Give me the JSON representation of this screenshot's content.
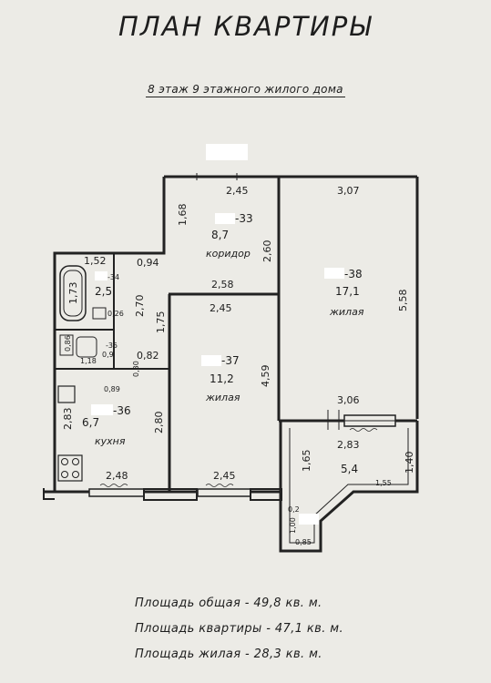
{
  "header": {
    "title": "ПЛАН КВАРТИРЫ",
    "subtitle": "8 этаж 9 этажного жилого дома"
  },
  "rooms": {
    "corridor": {
      "code": "-33",
      "area": "8,7",
      "label": "коридор"
    },
    "living_large": {
      "code": "-38",
      "area": "17,1",
      "label": "жилая"
    },
    "living_small": {
      "code": "-37",
      "area": "11,2",
      "label": "жилая"
    },
    "kitchen": {
      "code": "-36",
      "area": "6,7",
      "label": "кухня"
    },
    "bathroom": {
      "code": "-34",
      "area": "2,5"
    },
    "toilet": {
      "code": "-35",
      "area": "0,9"
    },
    "loggia": {
      "area": "5,4"
    }
  },
  "dimensions": {
    "corridor_top": "2,45",
    "corridor_left": "1,68",
    "corridor_right": "2,60",
    "corridor_bottom": "2,58",
    "corridor_passage": "0,94",
    "large_top": "3,07",
    "large_right": "5,58",
    "large_bottom": "3,06",
    "small_top": "2,45",
    "small_right": "4,59",
    "small_left": "1,75",
    "small_window": "2,45",
    "bath_top": "1,52",
    "bath_left": "1,73",
    "bath_right": "2,70",
    "bath_small": "0,26",
    "toilet_left": "0,86",
    "toilet_bottom": "1,18",
    "toilet_right": "0,82",
    "kitchen_top": "0,89",
    "kitchen_left": "2,83",
    "kitchen_right": "2,80",
    "kitchen_window": "2,48",
    "wall_thin": "0,30",
    "loggia_top": "2,83",
    "loggia_left": "1,65",
    "loggia_right": "1,40",
    "loggia_bottom": "1,55",
    "loggia_cut_a": "0,2",
    "loggia_cut_b": "1,00",
    "loggia_cut_c": "0,85"
  },
  "summary": {
    "total": "Площадь общая - 49,8 кв. м.",
    "apartment": "Площадь квартиры - 47,1 кв. м.",
    "living": "Площадь жилая - 28,3 кв. м."
  }
}
